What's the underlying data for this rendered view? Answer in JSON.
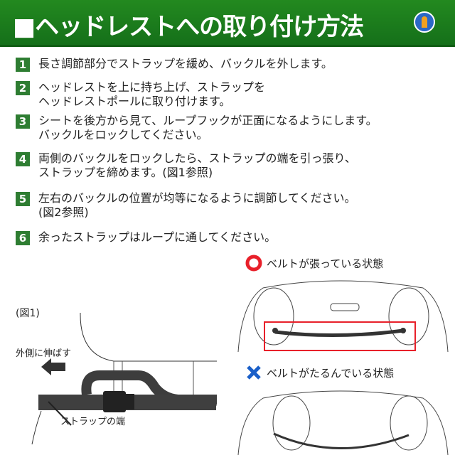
{
  "header": {
    "title": "■ヘッドレストへの取り付け方法",
    "logo_icon": "brand-logo"
  },
  "steps": [
    {
      "num": "1",
      "text": "長さ調節部分でストラップを緩め、バックルを外します。"
    },
    {
      "num": "2",
      "text": "ヘッドレストを上に持ち上げ、ストラップを\nヘッドレストポールに取り付けます。"
    },
    {
      "num": "3",
      "text": "シートを後方から見て、ループフックが正面になるようにします。\nバックルをロックしてください。"
    },
    {
      "num": "4",
      "text": "両側のバックルをロックしたら、ストラップの端を引っ張り、\nストラップを締めます。(図1参照)"
    },
    {
      "num": "5",
      "text": "左右のバックルの位置が均等になるように調節してください。\n(図2参照)"
    },
    {
      "num": "6",
      "text": "余ったストラップはループに通してください。"
    }
  ],
  "figure1": {
    "caption": "(図1)",
    "arrow_label": "外側に伸ばす",
    "end_label": "ストラップの端"
  },
  "figure2": {
    "good_label": "ベルトが張っている状態",
    "bad_label": "ベルトがたるんでいる状態",
    "good_color": "#e8202a",
    "bad_color": "#1a5fc8"
  }
}
